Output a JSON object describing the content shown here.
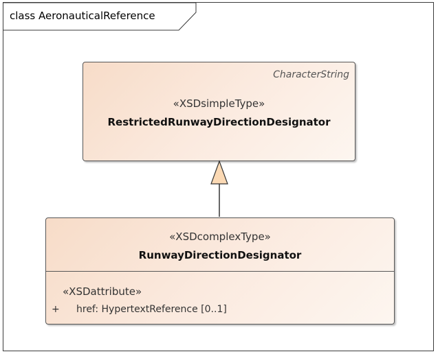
{
  "frame": {
    "title": "class AeronauticalReference"
  },
  "parent_class": {
    "base_type": "CharacterString",
    "stereotype": "«XSDsimpleType»",
    "name": "RestrictedRunwayDirectionDesignator"
  },
  "child_class": {
    "stereotype": "«XSDcomplexType»",
    "name": "RunwayDirectionDesignator",
    "attribute_stereotype": "«XSDattribute»",
    "attributes": [
      {
        "visibility": "+",
        "text": "href: HypertextReference [0..1]"
      }
    ]
  },
  "colors": {
    "box_fill_start": "#f7dcc8",
    "box_fill_end": "#fdf6f0",
    "arrowhead_fill": "#fbd9b4"
  }
}
